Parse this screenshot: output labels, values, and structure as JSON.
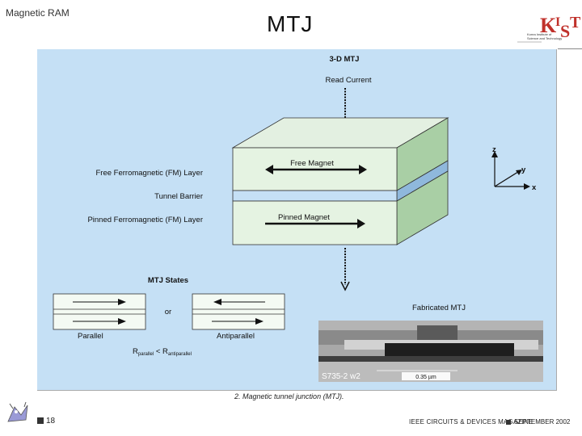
{
  "header": {
    "section": "Magnetic RAM",
    "title": "MTJ"
  },
  "logo": {
    "letters": "KIST",
    "subtitle": "Korea Institute of Science and Technology"
  },
  "figure": {
    "top_title": "3-D MTJ",
    "read_current": "Read Current",
    "layers": {
      "free_fm": "Free Ferromagnetic (FM) Layer",
      "tunnel": "Tunnel Barrier",
      "pinned_fm": "Pinned Ferromagnetic (FM) Layer"
    },
    "free_magnet": "Free Magnet",
    "pinned_magnet": "Pinned Magnet",
    "axes": {
      "z": "z",
      "y": "y",
      "x": "x"
    },
    "states_title": "MTJ States",
    "or": "or",
    "parallel": "Parallel",
    "antiparallel": "Antiparallel",
    "resistance": {
      "r1": "R",
      "sub1": "parallel",
      "lt": " < R",
      "sub2": "antiparallel"
    },
    "fabricated": "Fabricated MTJ",
    "sem_id": "S735-2 w2",
    "sem_scale": "0.35 µm"
  },
  "caption": "2. Magnetic tunnel junction (MTJ).",
  "footer": {
    "page": "18",
    "magazine": "IEEE CIRCUITS & DEVICES MAGAZINE",
    "date": "SEPTEMBER 2002"
  }
}
